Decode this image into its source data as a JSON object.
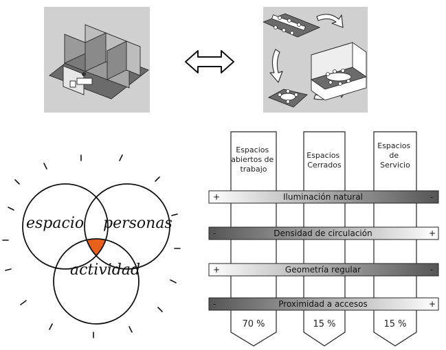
{
  "venn": {
    "space": "espacio",
    "people": "personas",
    "activity": "actividad",
    "highlight_color": "#e8601c"
  },
  "columns": [
    {
      "title_lines": [
        "Espacios",
        "abiertos de",
        "trabajo"
      ],
      "percent": "70 %"
    },
    {
      "title_lines": [
        "Espacios",
        "Cerrados"
      ],
      "percent": "15 %"
    },
    {
      "title_lines": [
        "Espacios",
        "de",
        "Servicio"
      ],
      "percent": "15 %"
    }
  ],
  "bars": [
    {
      "label": "Iluminación natural",
      "left_sign": "+",
      "right_sign": "-",
      "direction": "light-to-dark"
    },
    {
      "label": "Densidad de circulación",
      "left_sign": "-",
      "right_sign": "+",
      "direction": "dark-to-light"
    },
    {
      "label": "Geometría regular",
      "left_sign": "+",
      "right_sign": "-",
      "direction": "light-to-dark"
    },
    {
      "label": "Proximidad a accesos",
      "left_sign": "-",
      "right_sign": "+",
      "direction": "dark-to-light"
    }
  ],
  "icons": {
    "double_arrow": "double-arrow-icon",
    "cubicles": "cubicle-office-sketch",
    "flexible": "flexible-office-sketch"
  }
}
